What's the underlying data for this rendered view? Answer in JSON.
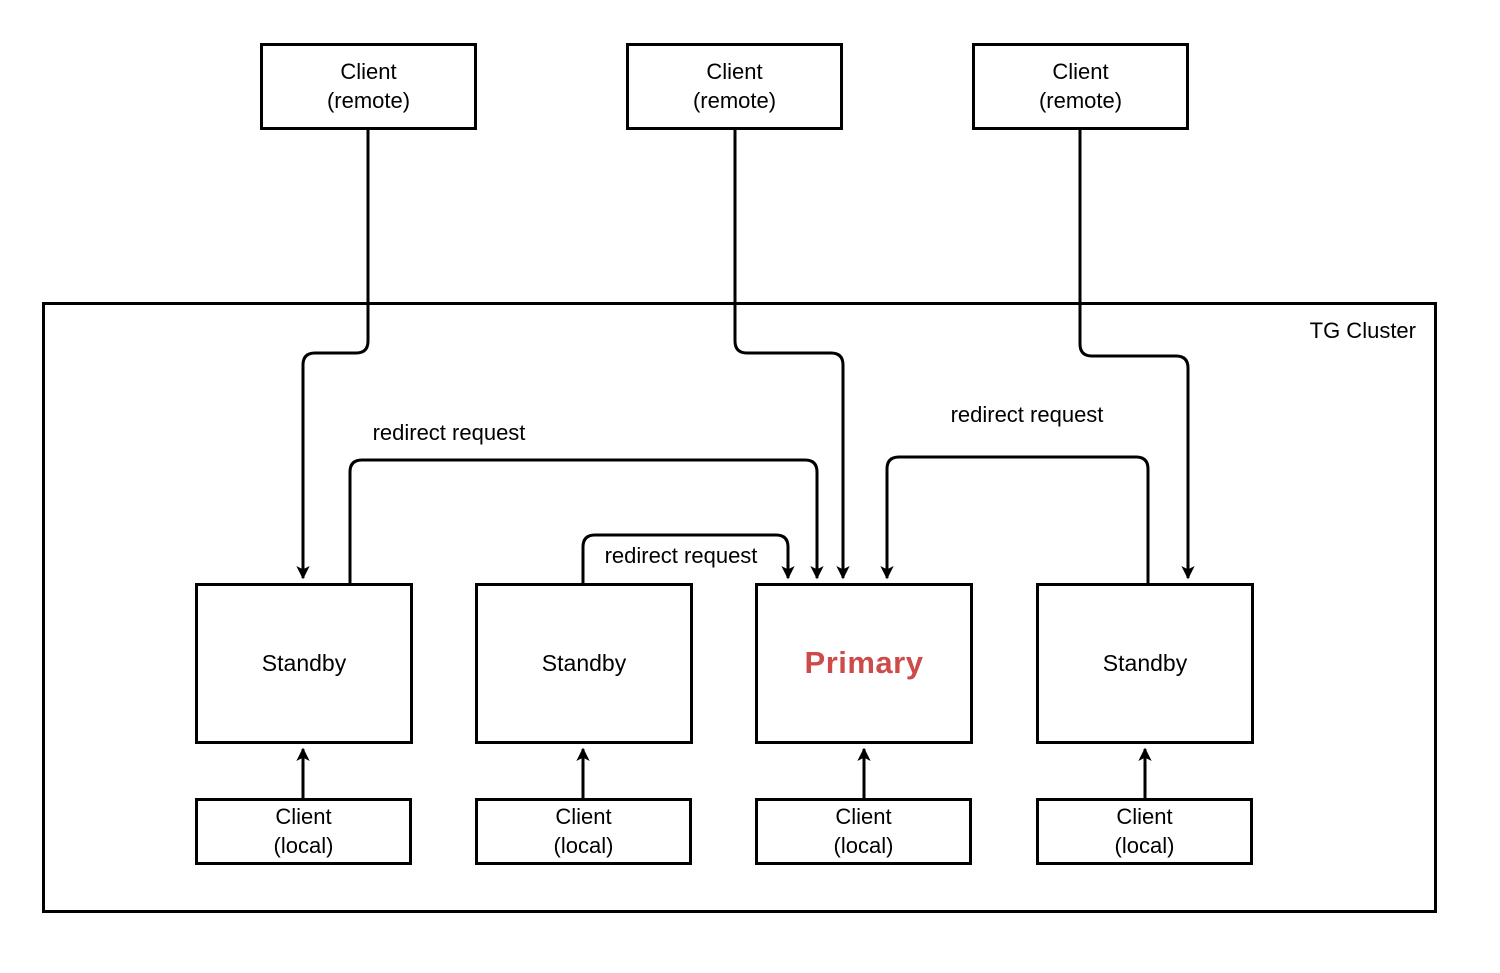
{
  "colors": {
    "line": "#000000",
    "box_border": "#000000",
    "primary_label": "#cd4b4b",
    "background": "#ffffff"
  },
  "cluster": {
    "label": "TG Cluster"
  },
  "remote_clients": [
    {
      "label": "Client\n(remote)"
    },
    {
      "label": "Client\n(remote)"
    },
    {
      "label": "Client\n(remote)"
    }
  ],
  "servers": [
    {
      "label": "Standby",
      "role": "standby"
    },
    {
      "label": "Standby",
      "role": "standby"
    },
    {
      "label": "Primary",
      "role": "primary"
    },
    {
      "label": "Standby",
      "role": "standby"
    }
  ],
  "local_clients": [
    {
      "label": "Client\n(local)"
    },
    {
      "label": "Client\n(local)"
    },
    {
      "label": "Client\n(local)"
    },
    {
      "label": "Client\n(local)"
    }
  ],
  "edge_labels": [
    {
      "text": "redirect request"
    },
    {
      "text": "redirect request"
    },
    {
      "text": "redirect request"
    }
  ],
  "edges": [
    {
      "from": "client-remote-1",
      "to": "standby-1",
      "label": ""
    },
    {
      "from": "client-remote-2",
      "to": "primary",
      "label": ""
    },
    {
      "from": "client-remote-3",
      "to": "standby-4",
      "label": ""
    },
    {
      "from": "standby-1",
      "to": "primary",
      "label": "redirect request"
    },
    {
      "from": "standby-2",
      "to": "primary",
      "label": "redirect request"
    },
    {
      "from": "standby-4",
      "to": "primary",
      "label": "redirect request"
    },
    {
      "from": "client-local-1",
      "to": "standby-1",
      "label": ""
    },
    {
      "from": "client-local-2",
      "to": "standby-2",
      "label": ""
    },
    {
      "from": "client-local-3",
      "to": "primary",
      "label": ""
    },
    {
      "from": "client-local-4",
      "to": "standby-4",
      "label": ""
    }
  ]
}
